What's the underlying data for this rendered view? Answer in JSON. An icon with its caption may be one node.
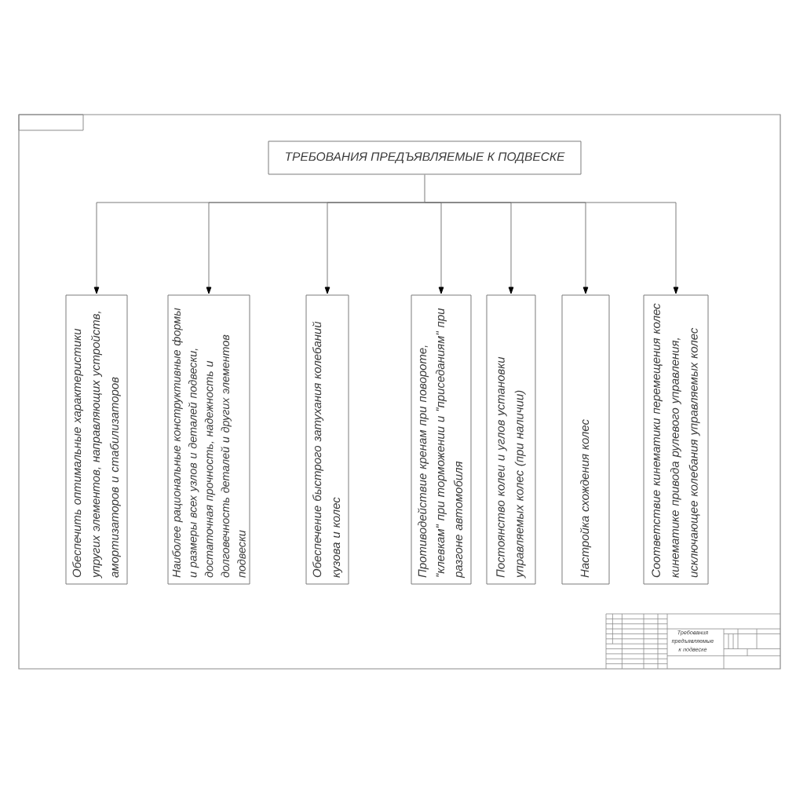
{
  "diagram": {
    "nodes": [
      {
        "text": [
          "ТРЕБОВАНИЯ ПРЕДЪЯВЛЯЕМЫЕ К ПОДВЕСКЕ"
        ]
      },
      {
        "text": [
          "Обеспечить оптимальные характеристики упругих элементов, направляющих устройств, амортизаторов и стабилизаторов"
        ]
      },
      {
        "text": [
          "Наиболее рациональные конструктивные формы и размеры всех узлов и деталей подвески, достаточная прочность, надежность и долговечность деталей и других элементов подвески"
        ]
      },
      {
        "text": [
          "Обеспечение быстрого затухания колебаний кузова и колес"
        ]
      },
      {
        "text": [
          "Противодействие кренам при повороте, \"клевкам\" при торможении и \"приседаниям\" при разгоне автомобиля"
        ]
      },
      {
        "text": [
          "Постоянство колеи и углов установки управляемых колес (при наличии)"
        ]
      },
      {
        "text": [
          "Настройка схождения колес"
        ]
      },
      {
        "text": [
          "Соответствие кинематики перемещения колес кинематике привода рулевого управления, исключающее колебания управляемых колес"
        ]
      }
    ],
    "edges": [
      {
        "from": 0,
        "to": 1,
        "arrow": "to"
      },
      {
        "from": 0,
        "to": 2,
        "arrow": "to"
      },
      {
        "from": 0,
        "to": 3,
        "arrow": "to"
      },
      {
        "from": 0,
        "to": 4,
        "arrow": "to"
      },
      {
        "from": 0,
        "to": 5,
        "arrow": "to"
      },
      {
        "from": 0,
        "to": 6,
        "arrow": "to"
      },
      {
        "from": 0,
        "to": 7,
        "arrow": "to"
      }
    ],
    "labels": [
      "Требования предъявляемые к подвеске"
    ]
  }
}
